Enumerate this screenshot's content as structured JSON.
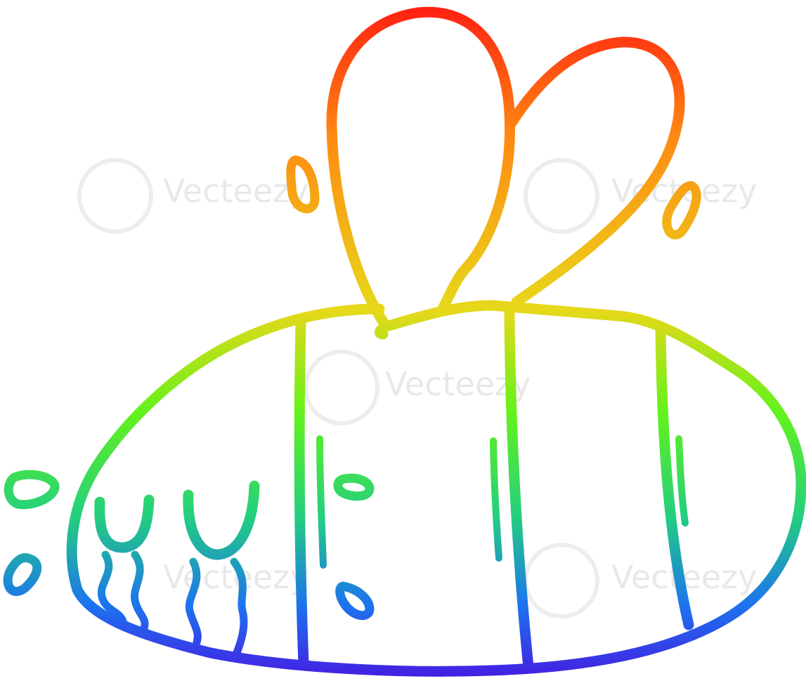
{
  "image": {
    "subject": "bee-illustration",
    "style": "rainbow-gradient-line-art"
  },
  "watermark": {
    "text": "Vecteezy"
  },
  "colors": {
    "gradient_top": "#ff1a12",
    "gradient_orange": "#ff8a12",
    "gradient_yellow": "#e7d81a",
    "gradient_green": "#63f21b",
    "gradient_teal": "#23cf7f",
    "gradient_blue": "#1c73ef",
    "gradient_bottom": "#4a12e0",
    "background": "#ffffff",
    "watermark": "#d6d6d6"
  }
}
